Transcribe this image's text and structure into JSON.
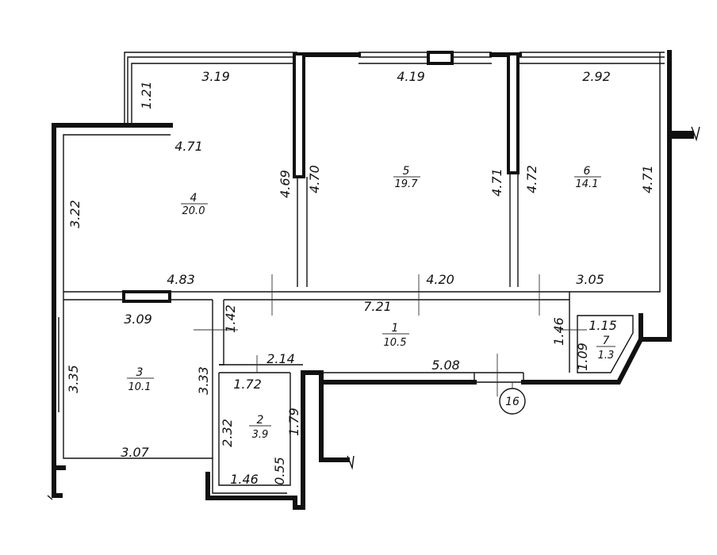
{
  "rooms": [
    {
      "number": "1",
      "area": "10.5"
    },
    {
      "number": "2",
      "area": "3.9"
    },
    {
      "number": "3",
      "area": "10.1"
    },
    {
      "number": "4",
      "area": "20.0"
    },
    {
      "number": "5",
      "area": "19.7"
    },
    {
      "number": "6",
      "area": "14.1"
    },
    {
      "number": "7",
      "area": "1.3"
    }
  ],
  "dimensions": {
    "r4_top": "3.19",
    "r4_balcony": "1.21",
    "r4_inner_top": "4.71",
    "r4_left": "3.22",
    "r4_right": "4.69",
    "r4_bottom": "4.83",
    "r5_top": "4.19",
    "r5_left": "4.70",
    "r5_right": "4.71",
    "r5_bottom": "4.20",
    "r6_top": "2.92",
    "r6_left": "4.72",
    "r6_right": "4.71",
    "r6_bottom": "3.05",
    "r1_top": "7.21",
    "r1_left": "1.42",
    "r1_right": "1.46",
    "r1_bottom": "5.08",
    "r1_step": "2.14",
    "r3_top": "3.09",
    "r3_left": "3.35",
    "r3_right": "3.33",
    "r3_bottom": "3.07",
    "r2_top": "1.72",
    "r2_left": "2.32",
    "r2_right": "1.79",
    "r2_bottom": "1.46",
    "r2_niche": "0.55",
    "r7_top": "1.15",
    "r7_side": "1.09"
  },
  "axis_marker": "16"
}
